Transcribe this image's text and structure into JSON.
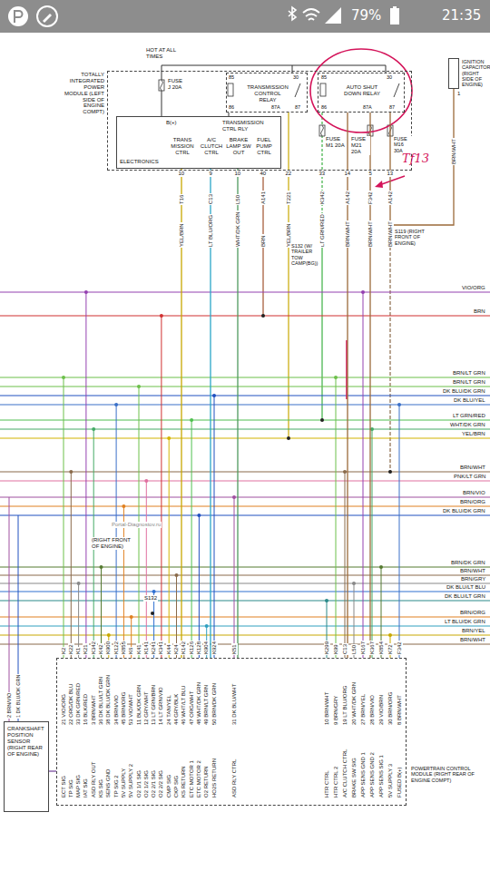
{
  "diagram": {
    "nodes": [
      {
        "text": [
          "TOTALLY INTEGRATED POWER MODULE (LEFT SIDE OF ENGINE COMPT)"
        ]
      },
      {
        "text": [
          "TRANSMISSION CONTROL RELAY"
        ],
        "in": 0
      },
      {
        "text": [
          "AUTO SHUT DOWN RELAY"
        ],
        "in": 0
      },
      {
        "text": [
          "ELECTRONICS",
          "B(+)",
          "TRANSMISSION CTRL RLY",
          "TRANS MISSION CTRL",
          "A/C CLUTCH CTRL",
          "BRAKE LAMP SW OUT",
          "FUEL PUMP CTRL"
        ],
        "in": 0
      },
      {
        "text": [
          "IGNITION CAPACITOR (RIGHT SIDE OF ENGINE)"
        ]
      },
      {
        "text": [
          "POWERTRAIN CONTROL MODULE (RIGHT REAR OF ENGINE COMPT)"
        ]
      },
      {
        "text": [
          "CRANKSHAFT POSITION SENSOR (RIGHT REAR OF ENGINE)"
        ]
      }
    ],
    "edges": [
      {
        "from": 3,
        "to": 5,
        "arrow": "none"
      },
      {
        "from": 3,
        "to": 5,
        "arrow": "none"
      },
      {
        "from": 3,
        "to": 5,
        "arrow": "none"
      },
      {
        "from": 2,
        "to": 5,
        "arrow": "none"
      },
      {
        "from": 2,
        "to": 5,
        "arrow": "none"
      },
      {
        "from": 4,
        "to": 2,
        "arrow": "none"
      },
      {
        "from": 6,
        "to": 5,
        "arrow": "none"
      }
    ],
    "labels": [
      "79%",
      "21:35",
      "HOT AT ALL TIMES",
      "FUSE J 20A",
      "FUSE M1 20A",
      "FUSE M21 20A",
      "FUSE M16 30A",
      "85",
      "30",
      "86",
      "87A",
      "87",
      "85",
      "30",
      "86",
      "87A",
      "87",
      "10",
      "9",
      "10",
      "40",
      "22",
      "33",
      "14",
      "5",
      "13",
      "T16",
      "C13",
      "L50",
      "A141",
      "T221",
      "K342",
      "A142",
      "F342",
      "A142",
      "YEL/BRN",
      "LT BLU/ORG",
      "WHT/DK GRN",
      "BRN",
      "YEL/BRN",
      "LT GRN/RED",
      "BRN/WHT",
      "BRN/WHT",
      "BRN/WHT",
      "S119 (RIGHT FRONT OF ENGINE)",
      "S132 (W/ TRAILER TOW CAMP(BG))",
      "1",
      "BRN/WHT",
      "Tf13",
      "VIO/ORG",
      "BRN",
      "BRN/LT GRN",
      "BRN/LT GRN",
      "DK BLU/DK GRN",
      "DK BLU/YEL",
      "LT GRN/RED",
      "WHT/DK GRN",
      "YEL/BRN",
      "BRN/WHT",
      "PNK/LT GRN",
      "BRN/VIO",
      "BRN/ORG",
      "DK BLU/DK GRN",
      "BRN/DK GRN",
      "BRN/WHT",
      "BRN/GRY",
      "DK BLU/LT BLU",
      "DK BLU/LT GRN",
      "BRN/ORG",
      "LT BLU/DK GRN",
      "BRN/YEL",
      "BRN/WHT",
      "Portal-Diagnostov.ru",
      "(RIGHT FRONT OF ENGINE)",
      "S132",
      "2 BRN/VIO",
      "1 DK BLU/DK GRN",
      "K2",
      "21 VIO/ORG",
      "ECT SIG",
      "K22",
      "22 ORG/DK BLU",
      "TP SIG",
      "K1",
      "33 DK GRN/RED",
      "MAP SIG",
      "K21",
      "16 BLK/RED",
      "IAT SIG",
      "K342",
      "3 BRN/WHT",
      "ASD RLY OUT",
      "K42",
      "36 DK BLU/LT GRN",
      "KS SIG",
      "K900",
      "38 DK BLU/DK GRN",
      "SENS GND",
      "K122",
      "34 BRN/VIO",
      "TP SIG 2",
      "K855",
      "45 BRN/ORG",
      "5V SUPPLY",
      "K6",
      "53 VIO/WHT",
      "5V SUPPLY 2",
      "K41",
      "11 BLK/DK GRN",
      "O2 1/1 SIG",
      "K141",
      "12 GRY/WHT",
      "O2 1/2 SIG",
      "K241",
      "13 LT GRN/BRN",
      "O2 2/1 SIG",
      "K341",
      "14 LT GRN/VIO",
      "O2 2/2 SIG",
      "K44",
      "24 TAN/YEL",
      "CMP SIG",
      "K24",
      "44 GRY/BLK",
      "CKP SIG",
      "K142",
      "46 WHT/LT BLU",
      "KS RETURN",
      "K126",
      "47 ORG/WHT",
      "ETC MOTOR 1",
      "K128",
      "48 WHT/DK GRN",
      "ETC MOTOR 2",
      "K904",
      "49 BRN/LT GRN",
      "O2 RETURN",
      "K924",
      "50 BRN/DK GRN",
      "HO2S RETURN",
      "K51",
      "31 DK BLU/WHT",
      "ASD RLY CTRL",
      "K299",
      "10 BRN/WHT",
      "HTR CTRL",
      "K99",
      "9 BRN/GRY",
      "HTR CTRL 2",
      "C13",
      "19 LT BLU/ORG",
      "A/C CLUTCH CTRL",
      "L50",
      "20 WHT/DK GRN",
      "BRAKE SW SIG",
      "K167",
      "27 BRN/YEL",
      "APP SENS GND 1",
      "K367",
      "28 BRN/VIO",
      "APP SENS GND 2",
      "K854",
      "29 VIO/BRN",
      "APP SENS SIG 1",
      "K72",
      "30 BRN/ORG",
      "5V SUPPLY 3",
      "F342",
      "8 BRN/WHT",
      "FUSED B(+)"
    ]
  }
}
